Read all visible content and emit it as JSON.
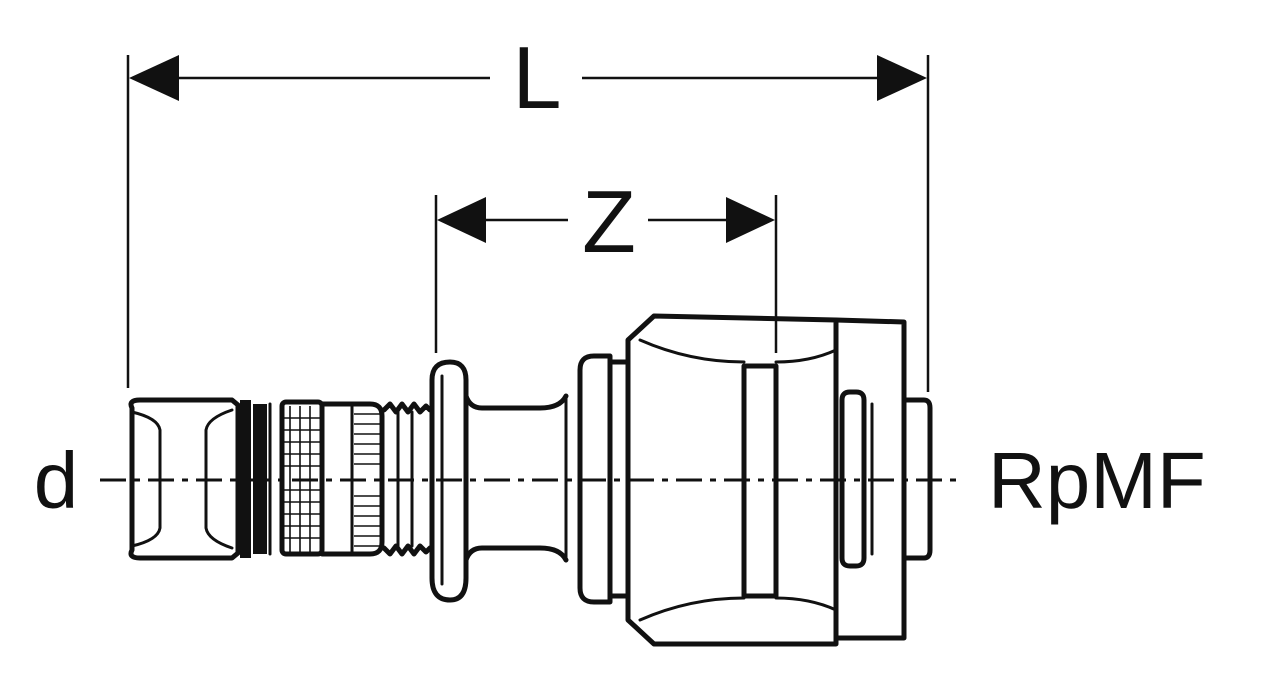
{
  "labels": {
    "overall_length": "L",
    "insertion_length": "Z",
    "left_end": "d",
    "right_end": "RpMF"
  },
  "colors": {
    "ink": "#111111",
    "background": "#ffffff"
  }
}
